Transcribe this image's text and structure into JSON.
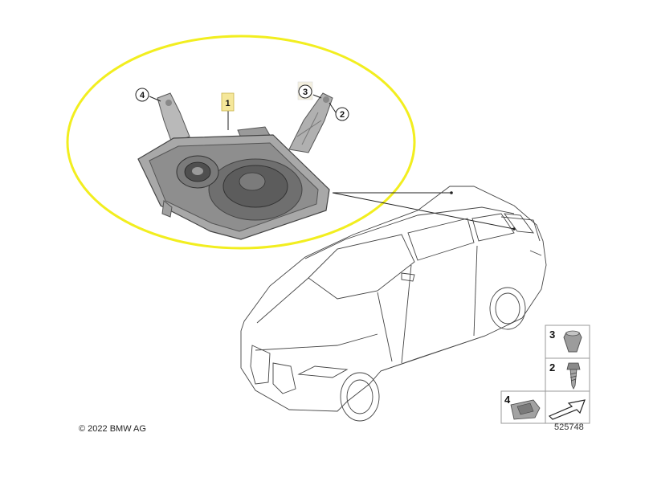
{
  "diagram": {
    "highlight_color": "#f2ee1f",
    "callouts": {
      "part1": "1",
      "part2": "2",
      "part3": "3",
      "part4": "4"
    },
    "legend": {
      "item3": "3",
      "item2": "2",
      "item4": "4"
    },
    "copyright": "© 2022 BMW AG",
    "diagram_id": "525748"
  }
}
